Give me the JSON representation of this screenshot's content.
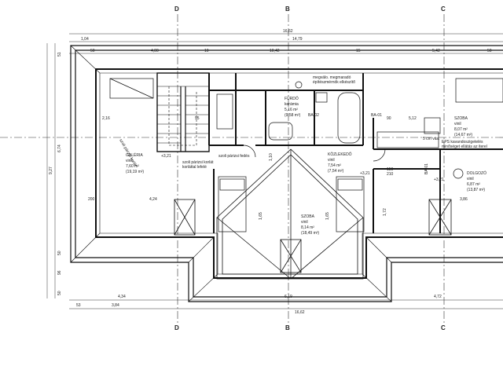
{
  "axes": {
    "d_top": "D",
    "b_top": "B",
    "c_top": "C",
    "d_bottom": "D",
    "b_bottom": "B",
    "c_bottom": "C"
  },
  "dimensions_top": {
    "overall": "16,62",
    "left_offset": "1,04",
    "inner_width": "14,79",
    "seg_50_left": "50",
    "seg_400": "4,00",
    "seg_10a": "10",
    "seg_1042": "10,42",
    "seg_15": "15",
    "seg_542": "5,42",
    "seg_50_right": "50"
  },
  "dimensions_left": {
    "overall_v": "9,27",
    "v_674": "6,74",
    "v_51_top": "51",
    "v_50_top": "50",
    "v_96": "96",
    "v_50_bot": "50"
  },
  "dimensions_bottom": {
    "seg_434": "4,34",
    "seg_53": "53",
    "seg_384": "3,84",
    "seg_619": "6,19",
    "overall": "16,62",
    "seg_472": "4,72"
  },
  "dimensions_inner": {
    "d_216": "2,16",
    "d_95": "95",
    "d_90": "90",
    "d_512": "5,12",
    "d_424": "4,24",
    "d_386": "3,86",
    "d_172": "1,72",
    "d_165a": "1,65",
    "d_165b": "1,65",
    "d_110": "1,10",
    "d_321a": "+3,21",
    "d_321b": "+3,21",
    "d_321c": "+3,21",
    "d_150": "150",
    "d_200": "200",
    "d_210": "210"
  },
  "rooms": {
    "furdo": {
      "name": "FÜRDŐ",
      "floor": "kerámia",
      "area": "5,16 m²",
      "area2": "(9,58 m²)"
    },
    "galeria": {
      "name": "GALÉRIA",
      "floor": "vinil",
      "area": "7,60 m²",
      "area2": "(19,19 m²)"
    },
    "kozlekedo": {
      "name": "KÖZLEKEDŐ",
      "floor": "vinil",
      "area": "7,54 m²",
      "area2": "(7,54 m²)"
    },
    "szoba_center": {
      "name": "SZOBA",
      "floor": "vinil",
      "area": "8,14 m²",
      "area2": "(18,49 m²)"
    },
    "szoba_right": {
      "name": "SZOBA",
      "floor": "vinil",
      "area": "8,07 m²",
      "area2": "(14,67 m²)"
    },
    "dolgozo": {
      "name": "DOLGOZÓ",
      "floor": "vinil",
      "area": "6,87 m²",
      "area2": "(13,87 m²)"
    }
  },
  "annotations": {
    "megvalo": "megválo. megmaradó",
    "epitesz": "építészmérnök elkészítő",
    "ba02": "BA-02",
    "ba01a": "BA-01",
    "ba01b": "BA-01",
    "szoli_korlat1": "szoli párizsi korlát",
    "szoli_korlat2": "szoli párizsi korlát",
    "szoli_fedes": "szoli párizsi fedés",
    "koztr": "korláttal lefelé",
    "cm_arm": "5 cm vas.",
    "eps": "EPS kavandoszigetelés",
    "mint": "minőséget ellátás az iterel"
  }
}
